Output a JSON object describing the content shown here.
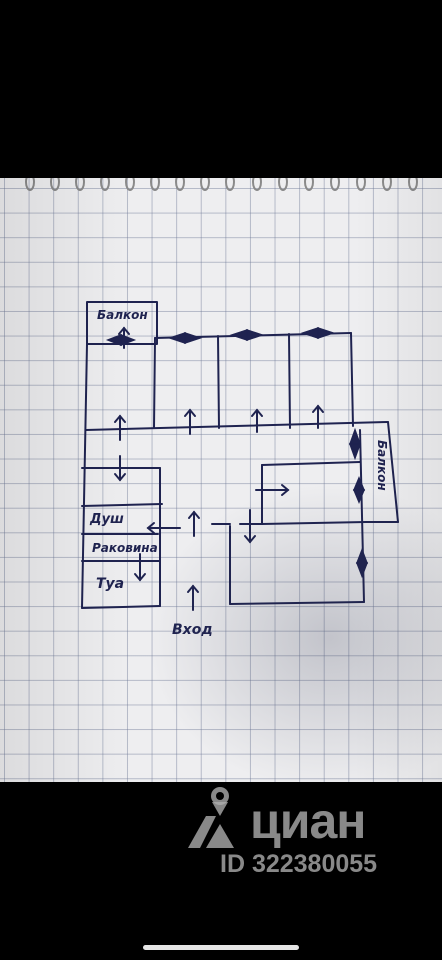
{
  "plan": {
    "labels": {
      "balcony_top": "Балкон",
      "balcony_right": "Балкон",
      "shower": "Душ",
      "sinks": "Раковина",
      "toilet": "Туа",
      "entrance": "Вход"
    }
  },
  "watermark": {
    "brand": "циан",
    "listing_id": "ID 322380055",
    "color": "#afafaf"
  },
  "colors": {
    "ink": "#1f2350",
    "paper": "#eeeef0",
    "grid": "#6e7896",
    "background": "#000000"
  },
  "icons": [
    "spiral-ring-icon",
    "window-symbol-icon",
    "arrow-icon",
    "cian-logo-icon"
  ]
}
